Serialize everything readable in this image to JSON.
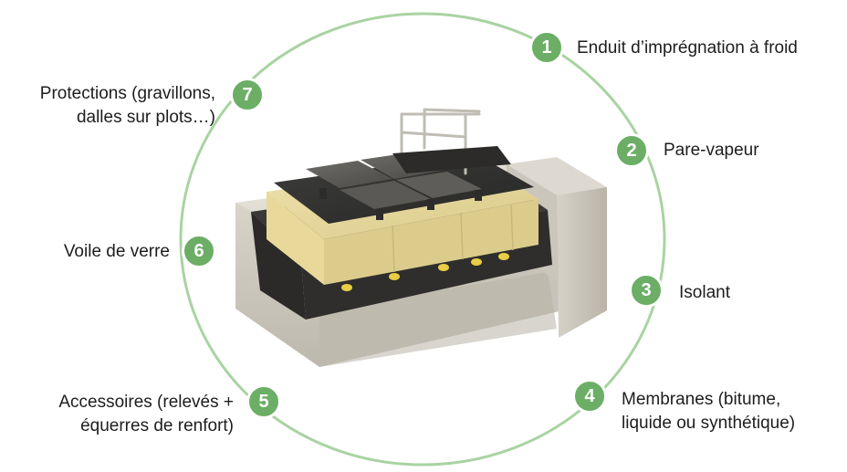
{
  "colors": {
    "ring": "#a9d3a2",
    "badge": "#6cae66",
    "badge_text": "#ffffff",
    "label_text": "#1d1d1d"
  },
  "steps": [
    {
      "number": "1",
      "lines": [
        "Enduit d’imprégnation à froid"
      ]
    },
    {
      "number": "2",
      "lines": [
        "Pare-vapeur"
      ]
    },
    {
      "number": "3",
      "lines": [
        "Isolant"
      ]
    },
    {
      "number": "4",
      "lines": [
        "Membranes (bitume,",
        "liquide ou synthétique)"
      ]
    },
    {
      "number": "5",
      "lines": [
        "Accessoires (relevés +",
        "équerres de renfort)"
      ]
    },
    {
      "number": "6",
      "lines": [
        "Voile de verre"
      ]
    },
    {
      "number": "7",
      "lines": [
        "Protections (gravillons,",
        "dalles sur plots…)"
      ]
    }
  ]
}
